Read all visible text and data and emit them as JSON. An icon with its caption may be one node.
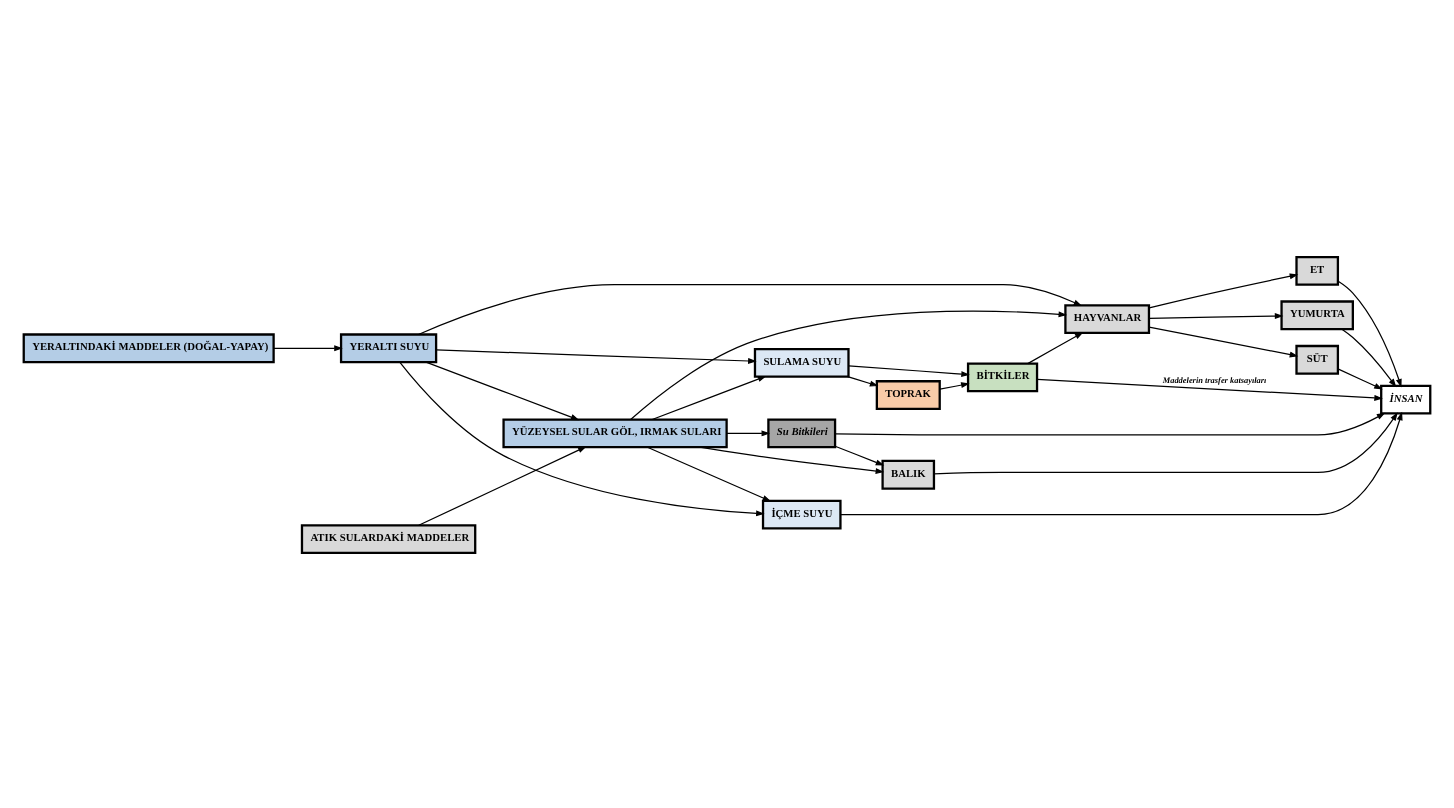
{
  "diagram": {
    "nodes": [
      {
        "text": [
          "ATIK SULARDAKİ MADDELER"
        ]
      },
      {
        "text": [
          "BALIK"
        ]
      },
      {
        "text": [
          "İNSAN"
        ]
      },
      {
        "text": [
          "SÜT"
        ]
      },
      {
        "text": [
          "ET"
        ]
      },
      {
        "text": [
          "YUMURTA"
        ]
      },
      {
        "text": [
          "Su Bitkileri"
        ]
      },
      {
        "text": [
          "YÜZEYSEL SULAR GÖL, IRMAK SULARI"
        ]
      },
      {
        "text": [
          "İÇME SUYU"
        ]
      },
      {
        "text": [
          "SULAMA SUYU"
        ]
      },
      {
        "text": [
          "HAYVANLAR"
        ]
      },
      {
        "text": [
          "YERALTI SUYU"
        ]
      },
      {
        "text": [
          "BİTKİLER"
        ]
      },
      {
        "text": [
          "TOPRAK"
        ]
      },
      {
        "text": [
          "YERALTINDAKİ MADDELER (DOĞAL-YAPAY)"
        ]
      }
    ],
    "edges": [
      {
        "from": 0,
        "to": 7,
        "arrow": "to"
      },
      {
        "from": 14,
        "to": 11,
        "arrow": "to"
      },
      {
        "from": 11,
        "to": 7,
        "arrow": "to"
      },
      {
        "from": 7,
        "to": 1,
        "arrow": "to"
      },
      {
        "from": 7,
        "to": 6,
        "arrow": "to"
      },
      {
        "from": 6,
        "to": 1,
        "arrow": "to"
      },
      {
        "from": 1,
        "to": 2,
        "arrow": "to"
      },
      {
        "from": 6,
        "to": 2,
        "arrow": "to"
      },
      {
        "from": 7,
        "to": 8,
        "arrow": "to"
      },
      {
        "from": 7,
        "to": 9,
        "arrow": "to"
      },
      {
        "from": 7,
        "to": 10,
        "arrow": "to"
      },
      {
        "from": 11,
        "to": 8,
        "arrow": "to"
      },
      {
        "from": 11,
        "to": 9,
        "arrow": "to"
      },
      {
        "from": 11,
        "to": 10,
        "arrow": "to"
      },
      {
        "from": 8,
        "to": 2,
        "arrow": "to"
      },
      {
        "from": 12,
        "to": 2,
        "arrow": "to",
        "label": "Maddelerin trasfer katsayıları"
      },
      {
        "from": 9,
        "to": 12,
        "arrow": "to"
      },
      {
        "from": 9,
        "to": 13,
        "arrow": "to"
      },
      {
        "from": 13,
        "to": 12,
        "arrow": "to"
      },
      {
        "from": 12,
        "to": 10,
        "arrow": "to"
      },
      {
        "from": 10,
        "to": 3,
        "arrow": "to"
      },
      {
        "from": 10,
        "to": 4,
        "arrow": "to"
      },
      {
        "from": 10,
        "to": 5,
        "arrow": "to"
      },
      {
        "from": 3,
        "to": 2,
        "arrow": "to"
      },
      {
        "from": 4,
        "to": 2,
        "arrow": "to"
      },
      {
        "from": 5,
        "to": 2,
        "arrow": "to"
      }
    ]
  }
}
